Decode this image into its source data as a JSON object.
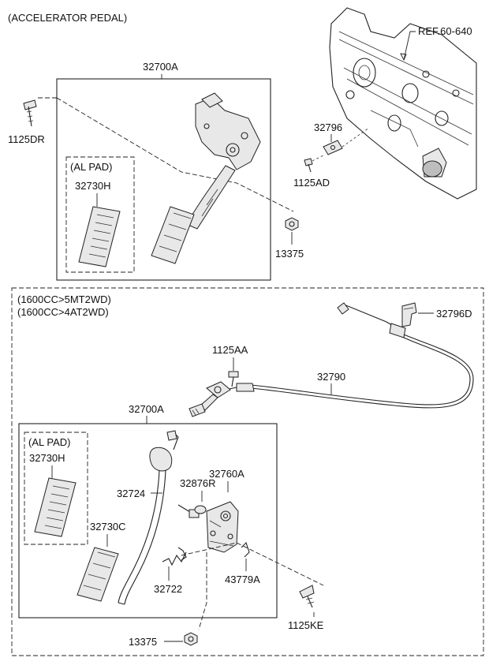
{
  "title": "(ACCELERATOR PEDAL)",
  "ref_label": "REF.60-640",
  "labels": {
    "l_32700A_top": "32700A",
    "l_1125DR": "1125DR",
    "l_alpad_top": "(AL PAD)",
    "l_32730H_top": "32730H",
    "l_13375_top": "13375",
    "l_32796": "32796",
    "l_1125AD": "1125AD",
    "l_variant1": "(1600CC>5MT2WD)",
    "l_variant2": "(1600CC>4AT2WD)",
    "l_32796D": "32796D",
    "l_1125AA": "1125AA",
    "l_32790": "32790",
    "l_32700A_bot": "32700A",
    "l_alpad_bot": "(AL PAD)",
    "l_32730H_bot": "32730H",
    "l_32760A": "32760A",
    "l_32876R": "32876R",
    "l_32724": "32724",
    "l_32730C": "32730C",
    "l_32722": "32722",
    "l_43779A": "43779A",
    "l_1125KE": "1125KE",
    "l_13375_bot": "13375"
  }
}
